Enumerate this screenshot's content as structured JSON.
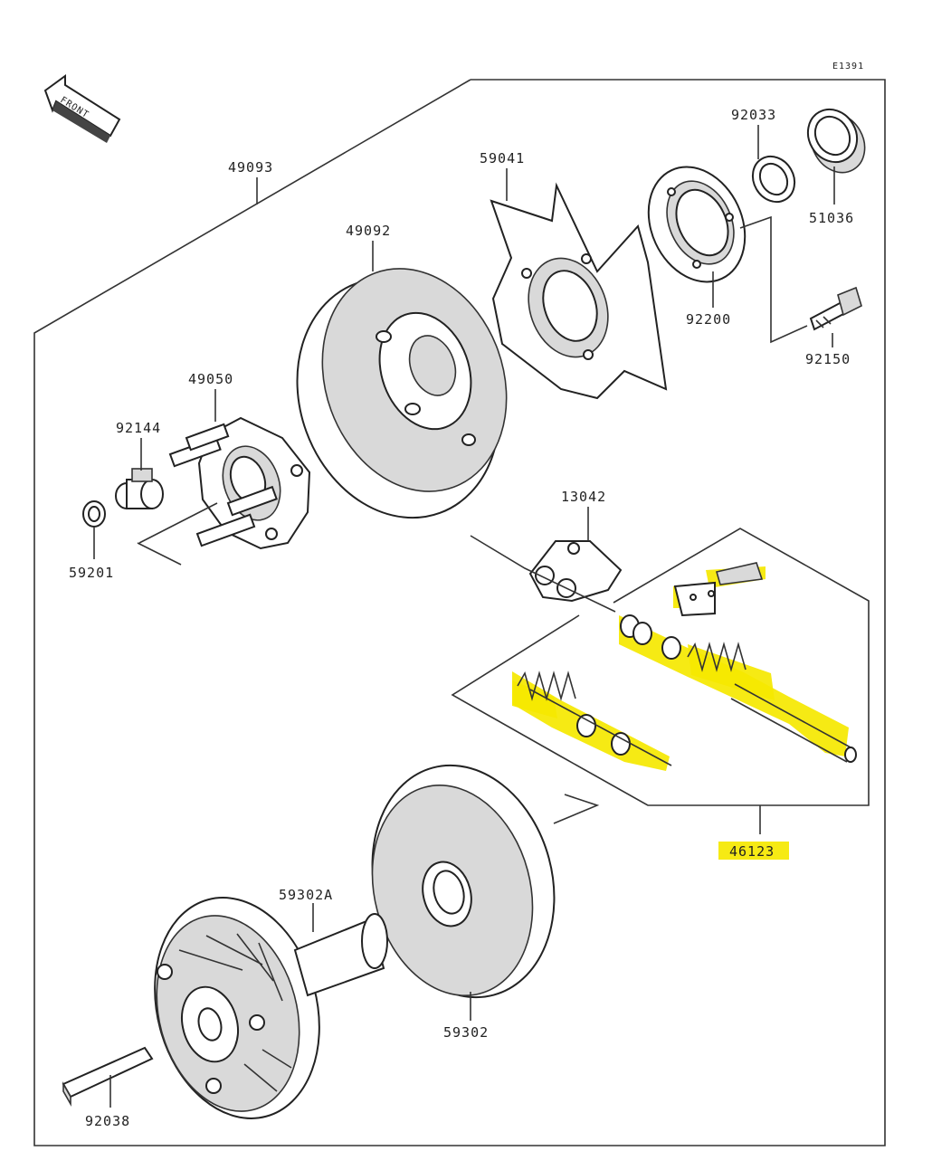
{
  "diagram_code": "E1391",
  "front_label": "FRONT",
  "highlight_color": "#f5e800",
  "parts": [
    {
      "id": "p49093",
      "number": "49093"
    },
    {
      "id": "p59041",
      "number": "59041"
    },
    {
      "id": "p92033",
      "number": "92033"
    },
    {
      "id": "p51036",
      "number": "51036"
    },
    {
      "id": "p49092",
      "number": "49092"
    },
    {
      "id": "p92200",
      "number": "92200"
    },
    {
      "id": "p92150",
      "number": "92150"
    },
    {
      "id": "p49050",
      "number": "49050"
    },
    {
      "id": "p92144",
      "number": "92144"
    },
    {
      "id": "p59201",
      "number": "59201"
    },
    {
      "id": "p13042",
      "number": "13042"
    },
    {
      "id": "p46123",
      "number": "46123",
      "highlighted": true
    },
    {
      "id": "p59302A",
      "number": "59302A"
    },
    {
      "id": "p59302",
      "number": "59302"
    },
    {
      "id": "p92038",
      "number": "92038"
    }
  ]
}
